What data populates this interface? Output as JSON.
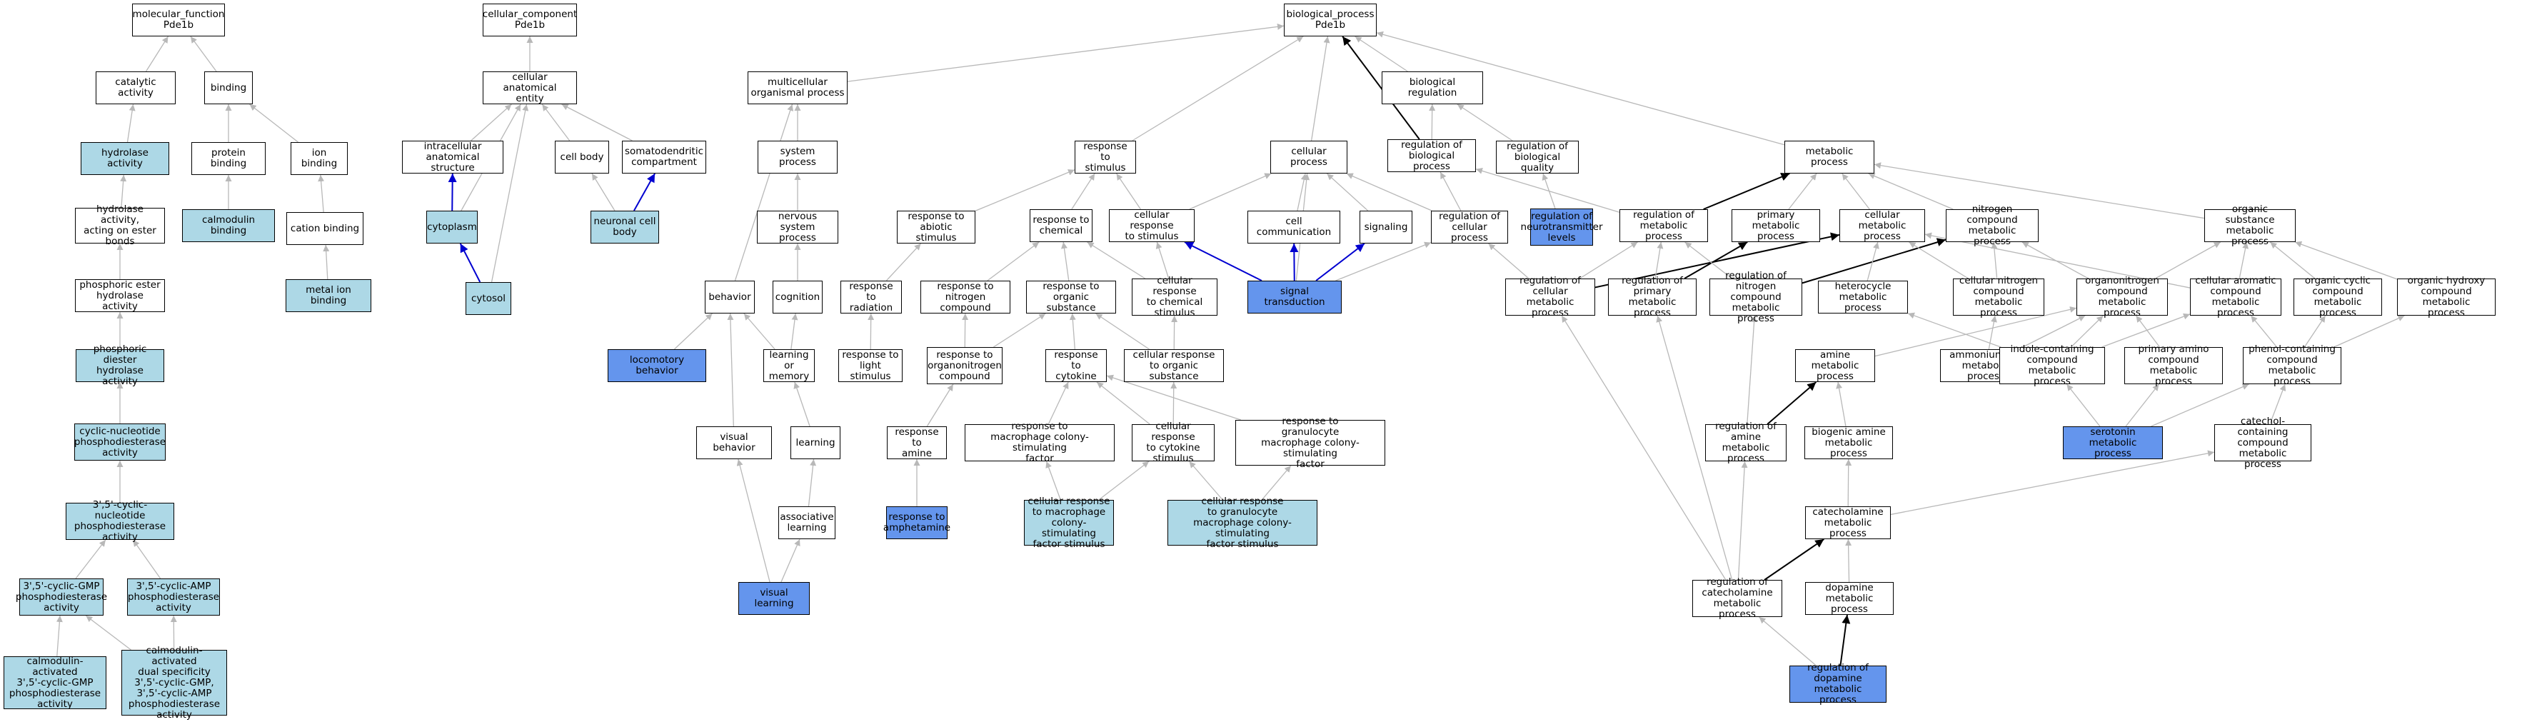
{
  "colors": {
    "gray_edge": "#b8b8b8",
    "blue_edge": "#0000d0",
    "black_edge": "#000000",
    "light_fill": "#add8e6",
    "dark_fill": "#6495ed"
  },
  "nodes": [
    {
      "id": "mf",
      "label": "molecular_function\nPde1b"
    },
    {
      "id": "catalytic",
      "label": "catalytic activity"
    },
    {
      "id": "binding",
      "label": "binding"
    },
    {
      "id": "hydrolase",
      "label": "hydrolase activity",
      "fill": "light"
    },
    {
      "id": "protbind",
      "label": "protein binding"
    },
    {
      "id": "ionbind",
      "label": "ion binding"
    },
    {
      "id": "hydroester",
      "label": "hydrolase activity,\nacting on ester\nbonds"
    },
    {
      "id": "calmodbind",
      "label": "calmodulin binding",
      "fill": "light"
    },
    {
      "id": "cationbind",
      "label": "cation binding"
    },
    {
      "id": "phosmono",
      "label": "phosphoric ester\nhydrolase activity"
    },
    {
      "id": "metalbind",
      "label": "metal ion binding",
      "fill": "light"
    },
    {
      "id": "phosdi",
      "label": "phosphoric diester\nhydrolase activity",
      "fill": "light"
    },
    {
      "id": "cycnuc",
      "label": "cyclic-nucleotide\nphosphodiesterase\nactivity",
      "fill": "light"
    },
    {
      "id": "c35",
      "label": "3',5'-cyclic-nucleotide\nphosphodiesterase\nactivity",
      "fill": "light"
    },
    {
      "id": "cgmp",
      "label": "3',5'-cyclic-GMP\nphosphodiesterase\nactivity",
      "fill": "light"
    },
    {
      "id": "camp",
      "label": "3',5'-cyclic-AMP\nphosphodiesterase\nactivity",
      "fill": "light"
    },
    {
      "id": "calcgmp",
      "label": "calmodulin-activated\n3',5'-cyclic-GMP\nphosphodiesterase\nactivity",
      "fill": "light"
    },
    {
      "id": "caldual",
      "label": "calmodulin-activated\ndual specificity\n3',5'-cyclic-GMP,\n3',5'-cyclic-AMP\nphosphodiesterase\nactivity",
      "fill": "light"
    },
    {
      "id": "cc",
      "label": "cellular_component\nPde1b"
    },
    {
      "id": "cellanat",
      "label": "cellular anatomical\nentity"
    },
    {
      "id": "intracell",
      "label": "intracellular\nanatomical structure"
    },
    {
      "id": "cellbody",
      "label": "cell body"
    },
    {
      "id": "somato",
      "label": "somatodendritic\ncompartment"
    },
    {
      "id": "cytoplasm",
      "label": "cytoplasm",
      "fill": "light"
    },
    {
      "id": "neuronbody",
      "label": "neuronal cell\nbody",
      "fill": "light"
    },
    {
      "id": "cytosol",
      "label": "cytosol",
      "fill": "light"
    },
    {
      "id": "bp",
      "label": "biological_process\nPde1b"
    },
    {
      "id": "multi",
      "label": "multicellular\norganismal process"
    },
    {
      "id": "bioreg",
      "label": "biological regulation"
    },
    {
      "id": "system",
      "label": "system process"
    },
    {
      "id": "respstim",
      "label": "response to\nstimulus"
    },
    {
      "id": "cellproc",
      "label": "cellular process"
    },
    {
      "id": "regbio",
      "label": "regulation of\nbiological process"
    },
    {
      "id": "regqual",
      "label": "regulation of\nbiological quality"
    },
    {
      "id": "metab",
      "label": "metabolic process"
    },
    {
      "id": "nervous",
      "label": "nervous system\nprocess"
    },
    {
      "id": "abiotic",
      "label": "response to\nabiotic stimulus"
    },
    {
      "id": "chem",
      "label": "response to\nchemical"
    },
    {
      "id": "cellresp",
      "label": "cellular response\nto stimulus"
    },
    {
      "id": "cellcomm",
      "label": "cell communication"
    },
    {
      "id": "signaling",
      "label": "signaling"
    },
    {
      "id": "regcell",
      "label": "regulation of\ncellular process"
    },
    {
      "id": "regneuro",
      "label": "regulation of\nneurotransmitter\nlevels",
      "fill": "dark"
    },
    {
      "id": "regmetab",
      "label": "regulation of\nmetabolic process"
    },
    {
      "id": "primmetab",
      "label": "primary metabolic\nprocess"
    },
    {
      "id": "cellmetab",
      "label": "cellular metabolic\nprocess"
    },
    {
      "id": "nitro",
      "label": "nitrogen compound\nmetabolic process"
    },
    {
      "id": "orgsub",
      "label": "organic substance\nmetabolic process"
    },
    {
      "id": "behavior",
      "label": "behavior"
    },
    {
      "id": "cognition",
      "label": "cognition"
    },
    {
      "id": "radiation",
      "label": "response to\nradiation"
    },
    {
      "id": "nitrocomp",
      "label": "response to\nnitrogen compound"
    },
    {
      "id": "orgsubst",
      "label": "response to\norganic substance"
    },
    {
      "id": "cellchem",
      "label": "cellular response\nto chemical\nstimulus"
    },
    {
      "id": "sigtrans",
      "label": "signal transduction",
      "fill": "dark"
    },
    {
      "id": "regcellmetab",
      "label": "regulation of\ncellular metabolic\nprocess"
    },
    {
      "id": "regprim",
      "label": "regulation of\nprimary metabolic\nprocess"
    },
    {
      "id": "regnitro",
      "label": "regulation of\nnitrogen compound\nmetabolic process"
    },
    {
      "id": "hetero",
      "label": "heterocycle\nmetabolic process"
    },
    {
      "id": "cellnitro",
      "label": "cellular nitrogen\ncompound metabolic\nprocess"
    },
    {
      "id": "organonitro",
      "label": "organonitrogen\ncompound metabolic\nprocess"
    },
    {
      "id": "aromatic",
      "label": "cellular aromatic\ncompound metabolic\nprocess"
    },
    {
      "id": "orgcyclic",
      "label": "organic cyclic\ncompound metabolic\nprocess"
    },
    {
      "id": "orghydroxy",
      "label": "organic hydroxy\ncompound metabolic\nprocess"
    },
    {
      "id": "locomotory",
      "label": "locomotory behavior",
      "fill": "dark"
    },
    {
      "id": "learnmem",
      "label": "learning or\nmemory"
    },
    {
      "id": "light",
      "label": "response to\nlight stimulus"
    },
    {
      "id": "orgnitrocomp",
      "label": "response to\norganonitrogen\ncompound"
    },
    {
      "id": "cytokine",
      "label": "response to\ncytokine"
    },
    {
      "id": "cellorg",
      "label": "cellular response\nto organic substance"
    },
    {
      "id": "aminemetab",
      "label": "amine metabolic\nprocess"
    },
    {
      "id": "ammonium",
      "label": "ammonium ion\nmetabolic process"
    },
    {
      "id": "indole",
      "label": "indole-containing\ncompound metabolic\nprocess"
    },
    {
      "id": "primamino",
      "label": "primary amino\ncompound metabolic\nprocess"
    },
    {
      "id": "phenol",
      "label": "phenol-containing\ncompound metabolic\nprocess"
    },
    {
      "id": "visbeh",
      "label": "visual behavior"
    },
    {
      "id": "learning",
      "label": "learning"
    },
    {
      "id": "amine",
      "label": "response to\namine"
    },
    {
      "id": "mcsf",
      "label": "response to\nmacrophage colony-stimulating\nfactor"
    },
    {
      "id": "cellcyto",
      "label": "cellular response\nto cytokine\nstimulus"
    },
    {
      "id": "gmcsf",
      "label": "response to\ngranulocyte\nmacrophage colony-stimulating\nfactor"
    },
    {
      "id": "regamine",
      "label": "regulation of\namine metabolic\nprocess"
    },
    {
      "id": "biogenic",
      "label": "biogenic amine\nmetabolic process"
    },
    {
      "id": "serotonin",
      "label": "serotonin metabolic\nprocess",
      "fill": "dark"
    },
    {
      "id": "catechol",
      "label": "catechol-containing\ncompound metabolic\nprocess"
    },
    {
      "id": "assoc",
      "label": "associative\nlearning"
    },
    {
      "id": "amphet",
      "label": "response to\namphetamine",
      "fill": "dark"
    },
    {
      "id": "cellmcsf",
      "label": "cellular response\nto macrophage\ncolony-stimulating\nfactor stimulus",
      "fill": "light"
    },
    {
      "id": "cellgmcsf",
      "label": "cellular response\nto granulocyte\nmacrophage colony-stimulating\nfactor stimulus",
      "fill": "light"
    },
    {
      "id": "catecholamine",
      "label": "catecholamine\nmetabolic process"
    },
    {
      "id": "vislearn",
      "label": "visual learning",
      "fill": "dark"
    },
    {
      "id": "regcatechol",
      "label": "regulation of\ncatecholamine\nmetabolic process"
    },
    {
      "id": "dopamine",
      "label": "dopamine metabolic\nprocess"
    },
    {
      "id": "regdopamine",
      "label": "regulation of\ndopamine metabolic\nprocess",
      "fill": "dark"
    }
  ],
  "edges": [
    [
      "catalytic",
      "mf",
      "gray"
    ],
    [
      "binding",
      "mf",
      "gray"
    ],
    [
      "hydrolase",
      "catalytic",
      "gray"
    ],
    [
      "protbind",
      "binding",
      "gray"
    ],
    [
      "ionbind",
      "binding",
      "gray"
    ],
    [
      "hydroester",
      "hydrolase",
      "gray"
    ],
    [
      "calmodbind",
      "protbind",
      "gray"
    ],
    [
      "cationbind",
      "ionbind",
      "gray"
    ],
    [
      "phosmono",
      "hydroester",
      "gray"
    ],
    [
      "metalbind",
      "cationbind",
      "gray"
    ],
    [
      "phosdi",
      "phosmono",
      "gray"
    ],
    [
      "cycnuc",
      "phosdi",
      "gray"
    ],
    [
      "c35",
      "cycnuc",
      "gray"
    ],
    [
      "cgmp",
      "c35",
      "gray"
    ],
    [
      "camp",
      "c35",
      "gray"
    ],
    [
      "calcgmp",
      "cgmp",
      "gray"
    ],
    [
      "caldual",
      "cgmp",
      "gray"
    ],
    [
      "caldual",
      "camp",
      "gray"
    ],
    [
      "cellanat",
      "cc",
      "gray"
    ],
    [
      "intracell",
      "cellanat",
      "gray"
    ],
    [
      "cellbody",
      "cellanat",
      "gray"
    ],
    [
      "somato",
      "cellanat",
      "gray"
    ],
    [
      "cytoplasm",
      "intracell",
      "blue"
    ],
    [
      "cytoplasm",
      "cellanat",
      "gray"
    ],
    [
      "neuronbody",
      "cellbody",
      "gray"
    ],
    [
      "neuronbody",
      "somato",
      "blue"
    ],
    [
      "cytosol",
      "cytoplasm",
      "blue"
    ],
    [
      "cytosol",
      "cellanat",
      "gray"
    ],
    [
      "multi",
      "bp",
      "gray"
    ],
    [
      "respstim",
      "bp",
      "gray"
    ],
    [
      "cellproc",
      "bp",
      "gray"
    ],
    [
      "bioreg",
      "bp",
      "gray"
    ],
    [
      "regbio",
      "bp",
      "black"
    ],
    [
      "metab",
      "bp",
      "gray"
    ],
    [
      "regbio",
      "bioreg",
      "gray"
    ],
    [
      "regqual",
      "bioreg",
      "gray"
    ],
    [
      "system",
      "multi",
      "gray"
    ],
    [
      "behavior",
      "multi",
      "gray"
    ],
    [
      "nervous",
      "system",
      "gray"
    ],
    [
      "cognition",
      "nervous",
      "gray"
    ],
    [
      "abiotic",
      "respstim",
      "gray"
    ],
    [
      "chem",
      "respstim",
      "gray"
    ],
    [
      "cellresp",
      "respstim",
      "gray"
    ],
    [
      "cellresp",
      "cellproc",
      "gray"
    ],
    [
      "cellcomm",
      "cellproc",
      "gray"
    ],
    [
      "signaling",
      "cellproc",
      "gray"
    ],
    [
      "regcell",
      "cellproc",
      "gray"
    ],
    [
      "regcell",
      "regbio",
      "gray"
    ],
    [
      "regneuro",
      "regqual",
      "gray"
    ],
    [
      "regmetab",
      "regbio",
      "gray"
    ],
    [
      "regmetab",
      "metab",
      "black"
    ],
    [
      "primmetab",
      "metab",
      "gray"
    ],
    [
      "cellmetab",
      "metab",
      "gray"
    ],
    [
      "nitro",
      "metab",
      "gray"
    ],
    [
      "orgsub",
      "metab",
      "gray"
    ],
    [
      "radiation",
      "abiotic",
      "gray"
    ],
    [
      "nitrocomp",
      "chem",
      "gray"
    ],
    [
      "orgsubst",
      "chem",
      "gray"
    ],
    [
      "cellchem",
      "cellresp",
      "gray"
    ],
    [
      "cellchem",
      "chem",
      "gray"
    ],
    [
      "sigtrans",
      "cellresp",
      "blue"
    ],
    [
      "sigtrans",
      "cellcomm",
      "blue"
    ],
    [
      "sigtrans",
      "signaling",
      "blue"
    ],
    [
      "sigtrans",
      "regcell",
      "gray"
    ],
    [
      "sigtrans",
      "cellproc",
      "gray"
    ],
    [
      "regcellmetab",
      "regmetab",
      "gray"
    ],
    [
      "regcellmetab",
      "regcell",
      "gray"
    ],
    [
      "regcellmetab",
      "cellmetab",
      "black"
    ],
    [
      "regprim",
      "regmetab",
      "gray"
    ],
    [
      "regprim",
      "primmetab",
      "black"
    ],
    [
      "regnitro",
      "regmetab",
      "gray"
    ],
    [
      "regnitro",
      "nitro",
      "black"
    ],
    [
      "hetero",
      "cellmetab",
      "gray"
    ],
    [
      "cellnitro",
      "nitro",
      "gray"
    ],
    [
      "cellnitro",
      "cellmetab",
      "gray"
    ],
    [
      "organonitro",
      "nitro",
      "gray"
    ],
    [
      "organonitro",
      "orgsub",
      "gray"
    ],
    [
      "aromatic",
      "cellmetab",
      "gray"
    ],
    [
      "aromatic",
      "orgsub",
      "gray"
    ],
    [
      "orgcyclic",
      "orgsub",
      "gray"
    ],
    [
      "orghydroxy",
      "orgsub",
      "gray"
    ],
    [
      "locomotory",
      "behavior",
      "gray"
    ],
    [
      "learnmem",
      "behavior",
      "gray"
    ],
    [
      "learnmem",
      "cognition",
      "gray"
    ],
    [
      "light",
      "radiation",
      "gray"
    ],
    [
      "orgnitrocomp",
      "nitrocomp",
      "gray"
    ],
    [
      "orgnitrocomp",
      "orgsubst",
      "gray"
    ],
    [
      "cytokine",
      "orgsubst",
      "gray"
    ],
    [
      "cellorg",
      "orgsubst",
      "gray"
    ],
    [
      "cellorg",
      "cellchem",
      "gray"
    ],
    [
      "aminemetab",
      "organonitro",
      "gray"
    ],
    [
      "ammonium",
      "organonitro",
      "gray"
    ],
    [
      "ammonium",
      "cellnitro",
      "gray"
    ],
    [
      "indole",
      "hetero",
      "gray"
    ],
    [
      "indole",
      "organonitro",
      "gray"
    ],
    [
      "indole",
      "aromatic",
      "gray"
    ],
    [
      "primamino",
      "organonitro",
      "gray"
    ],
    [
      "phenol",
      "aromatic",
      "gray"
    ],
    [
      "phenol",
      "orgcyclic",
      "gray"
    ],
    [
      "phenol",
      "orghydroxy",
      "gray"
    ],
    [
      "visbeh",
      "behavior",
      "gray"
    ],
    [
      "learning",
      "learnmem",
      "gray"
    ],
    [
      "amine",
      "orgnitrocomp",
      "gray"
    ],
    [
      "mcsf",
      "cytokine",
      "gray"
    ],
    [
      "cellcyto",
      "cytokine",
      "gray"
    ],
    [
      "cellcyto",
      "cellorg",
      "gray"
    ],
    [
      "gmcsf",
      "cytokine",
      "gray"
    ],
    [
      "regamine",
      "aminemetab",
      "black"
    ],
    [
      "regamine",
      "regnitro",
      "gray"
    ],
    [
      "biogenic",
      "aminemetab",
      "gray"
    ],
    [
      "serotonin",
      "indole",
      "gray"
    ],
    [
      "serotonin",
      "primamino",
      "gray"
    ],
    [
      "serotonin",
      "phenol",
      "gray"
    ],
    [
      "catechol",
      "phenol",
      "gray"
    ],
    [
      "assoc",
      "learning",
      "gray"
    ],
    [
      "amphet",
      "amine",
      "gray"
    ],
    [
      "cellmcsf",
      "mcsf",
      "gray"
    ],
    [
      "cellmcsf",
      "cellcyto",
      "gray"
    ],
    [
      "cellgmcsf",
      "gmcsf",
      "gray"
    ],
    [
      "cellgmcsf",
      "cellcyto",
      "gray"
    ],
    [
      "catecholamine",
      "biogenic",
      "gray"
    ],
    [
      "catecholamine",
      "catechol",
      "gray"
    ],
    [
      "vislearn",
      "visbeh",
      "gray"
    ],
    [
      "vislearn",
      "assoc",
      "gray"
    ],
    [
      "regcatechol",
      "catecholamine",
      "black"
    ],
    [
      "regcatechol",
      "regamine",
      "gray"
    ],
    [
      "regcatechol",
      "regcellmetab",
      "gray"
    ],
    [
      "regcatechol",
      "regprim",
      "gray"
    ],
    [
      "dopamine",
      "catecholamine",
      "gray"
    ],
    [
      "regdopamine",
      "dopamine",
      "black"
    ],
    [
      "regdopamine",
      "regcatechol",
      "gray"
    ]
  ]
}
